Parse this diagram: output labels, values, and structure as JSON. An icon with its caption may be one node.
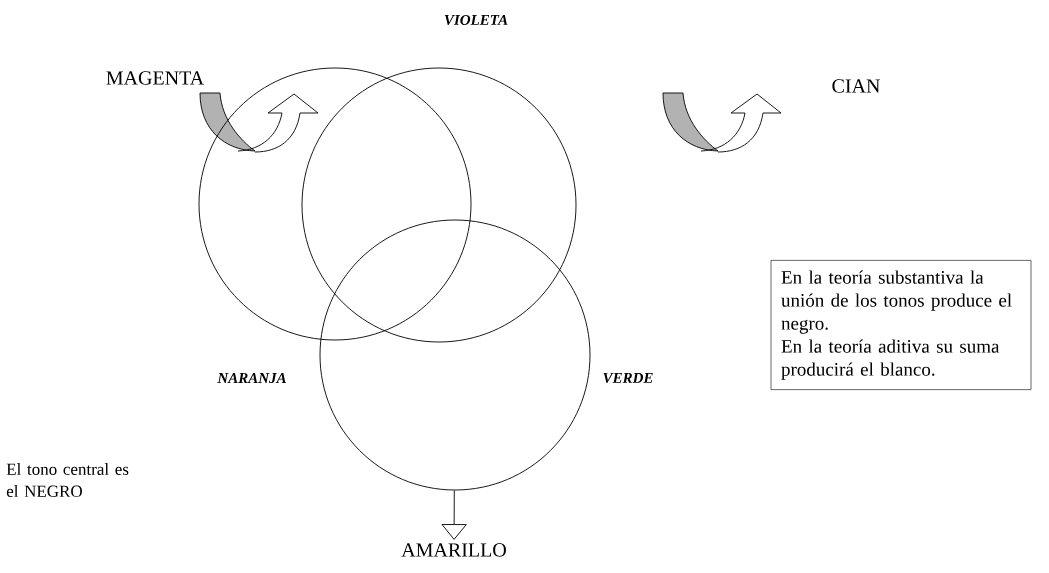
{
  "diagram": {
    "nodes": [
      {
        "text": [
          "MAGENTA"
        ]
      },
      {
        "text": [],
        "shape": "circle"
      },
      {
        "text": [],
        "shape": "circle"
      },
      {
        "text": [
          "CIAN"
        ]
      },
      {
        "text": [
          "En la teoría substantiva la unión de los tonos produce el negro.",
          "En la teoría aditiva su suma producirá el blanco."
        ]
      },
      {
        "text": [],
        "shape": "circle"
      },
      {
        "text": [
          "AMARILLO"
        ]
      }
    ],
    "edges": [
      {
        "from": 5,
        "to": 6,
        "arrow": "to"
      }
    ],
    "labels": [
      "VIOLETA",
      "NARANJA",
      "VERDE",
      "El tono central es el NEGRO"
    ]
  }
}
